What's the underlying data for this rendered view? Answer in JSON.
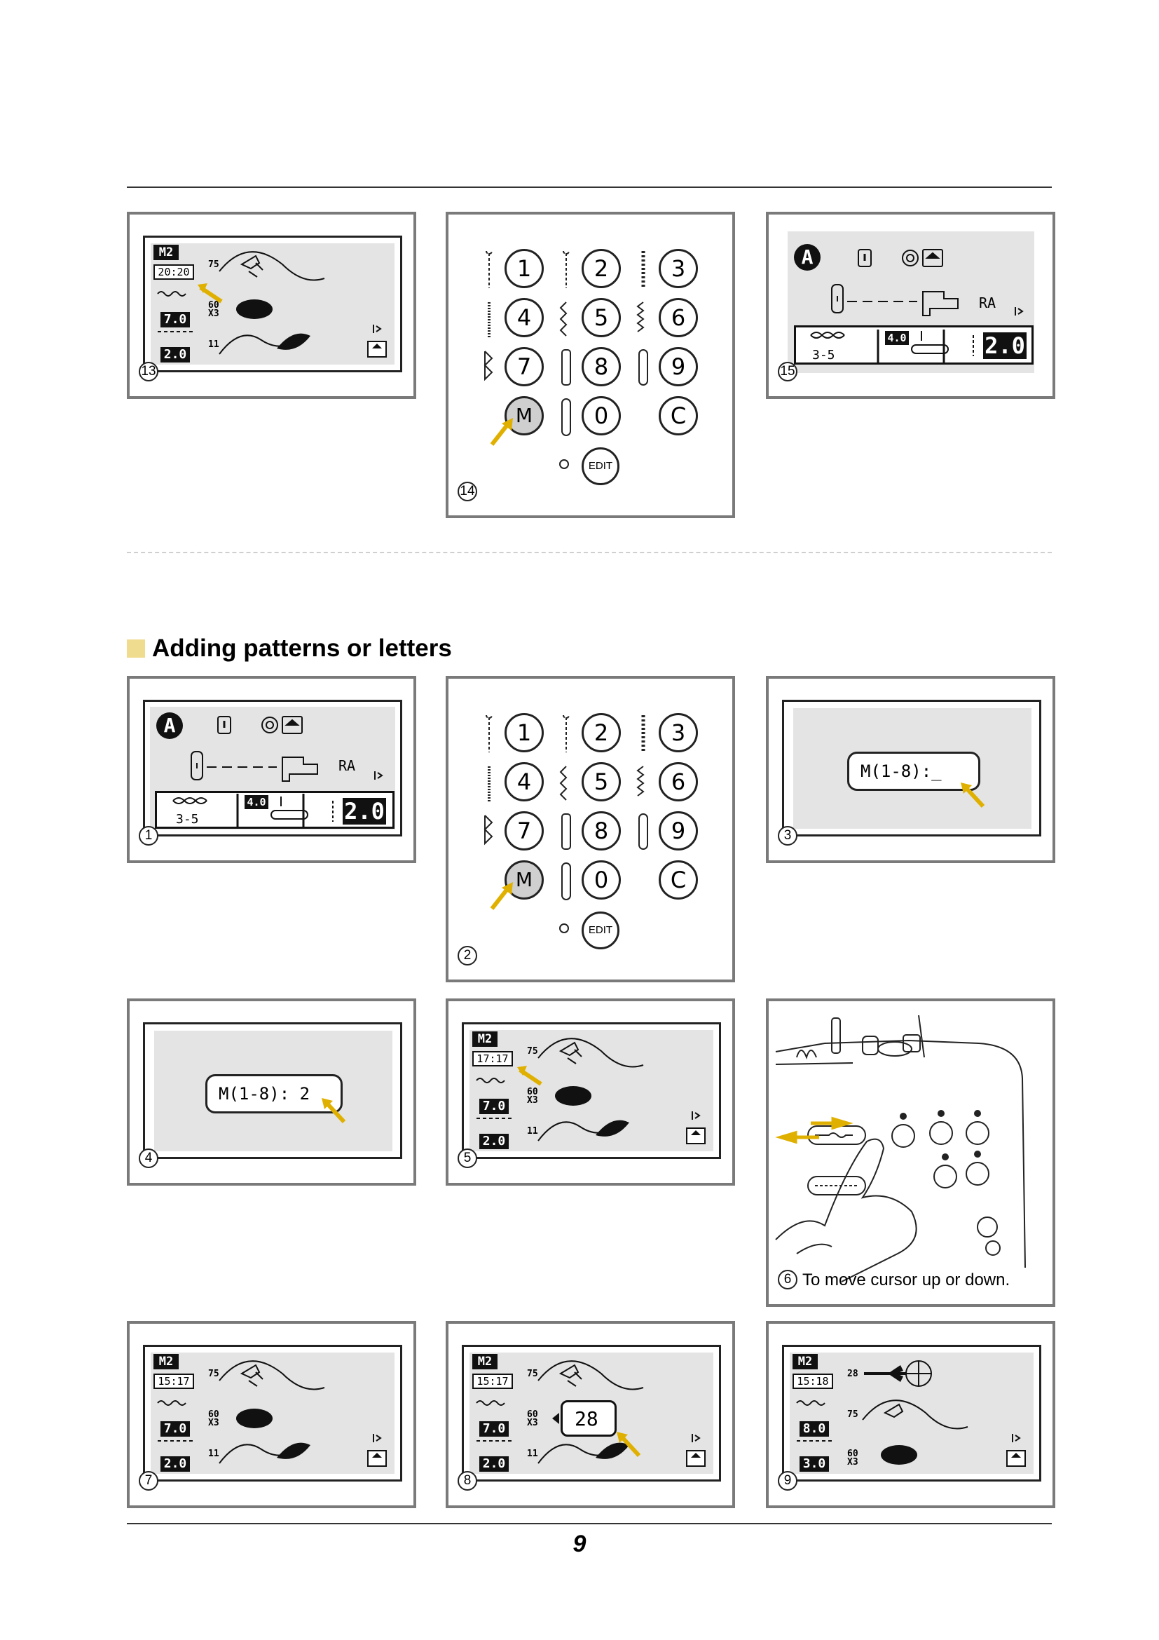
{
  "section_heading": "Adding patterns or letters",
  "page_number": "9",
  "figure_numbers": {
    "f13": "13",
    "f14": "14",
    "f15": "15",
    "f1": "1",
    "f2": "2",
    "f3": "3",
    "f4": "4",
    "f5": "5",
    "f6": "6",
    "f7": "7",
    "f8": "8",
    "f9": "9"
  },
  "keypad": {
    "keys": [
      "1",
      "2",
      "3",
      "4",
      "5",
      "6",
      "7",
      "8",
      "9",
      "M",
      "0",
      "C"
    ],
    "edit": "EDIT"
  },
  "screen_home": {
    "letter": "A",
    "pattern_range": "3-5",
    "width_value": "4.0",
    "length_value": "2.0",
    "foot_code": "RA"
  },
  "screen_memory": {
    "mem_label": "M2",
    "f13_counter": "20:20",
    "f5_counter": "17:17",
    "f7_counter": "15:17",
    "f8_counter": "15:17",
    "f9_counter": "15:18",
    "width": "7.0",
    "length": "2.0",
    "f9_width": "8.0",
    "f9_length": "3.0",
    "num_75": "75",
    "num_60": "60",
    "num_x3": "X3",
    "num_11": "11",
    "num_28": "28",
    "f8_entry": "28"
  },
  "prompt": {
    "f3_text": "M(1-8):_",
    "f4_text": "M(1-8): 2"
  },
  "caption_f6": "To move cursor up or down."
}
